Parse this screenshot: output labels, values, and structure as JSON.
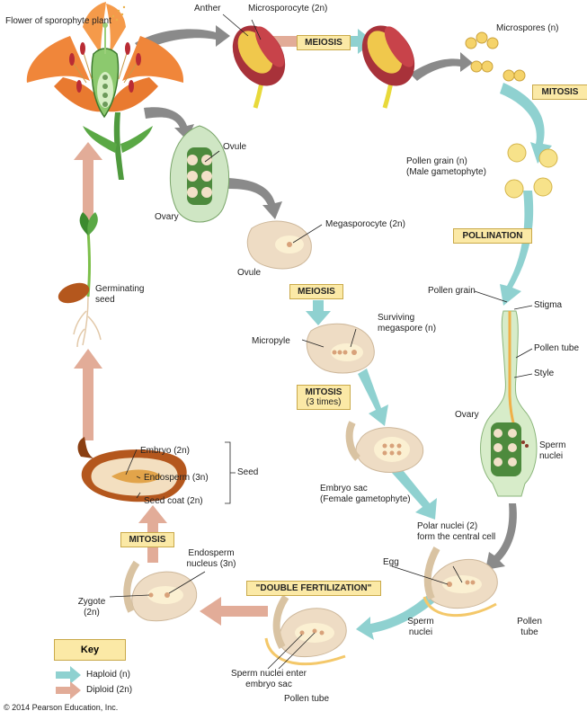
{
  "labels": {
    "flower": "Flower of sporophyte plant",
    "anther": "Anther",
    "microsporocyte": "Microsporocyte (2n)",
    "microspores": "Microspores (n)",
    "ovule_top": "Ovule",
    "ovary_top": "Ovary",
    "megasporocyte": "Megasporocyte (2n)",
    "ovule_mid": "Ovule",
    "pollen_grain_male": "Pollen grain (n)",
    "male_gametophyte": "(Male gametophyte)",
    "pollen_grain": "Pollen grain",
    "stigma": "Stigma",
    "pollen_tube_right": "Pollen tube",
    "style": "Style",
    "ovary_right": "Ovary",
    "sperm_nuclei_right": "Sperm nuclei",
    "surviving_megaspore": "Surviving megaspore (n)",
    "micropyle": "Micropyle",
    "germinating_seed": "Germinating seed",
    "embryo_sac": "Embryo sac",
    "female_gametophyte": "(Female gametophyte)",
    "embryo": "Embryo (2n)",
    "endosperm": "Endosperm (3n)",
    "seed_coat": "Seed coat (2n)",
    "seed": "Seed",
    "polar_nuclei": "Polar nuclei (2)",
    "central_cell": "form the central cell",
    "egg": "Egg",
    "sperm_nuclei_bottom": "Sperm nuclei",
    "pollen_tube_bottom_right": "Pollen tube",
    "endosperm_nucleus": "Endosperm nucleus (3n)",
    "zygote": "Zygote (2n)",
    "sperm_enter": "Sperm nuclei enter embryo sac",
    "pollen_tube_bottom": "Pollen tube"
  },
  "stages": {
    "meiosis_top": "MEIOSIS",
    "mitosis_right": "MITOSIS",
    "pollination": "POLLINATION",
    "meiosis_mid": "MEIOSIS",
    "mitosis_mid": "MITOSIS",
    "mitosis_mid_sub": "(3 times)",
    "double_fert": "\"DOUBLE FERTILIZATION\"",
    "mitosis_left": "MITOSIS"
  },
  "key": {
    "title": "Key",
    "haploid": "Haploid (n)",
    "diploid": "Diploid (2n)"
  },
  "colors": {
    "haploid": "#8fd1d0",
    "diploid": "#e2ac98",
    "process": "#8a8a8a",
    "stage_fill": "#fbe9a6"
  },
  "copyright": "© 2014 Pearson Education, Inc."
}
